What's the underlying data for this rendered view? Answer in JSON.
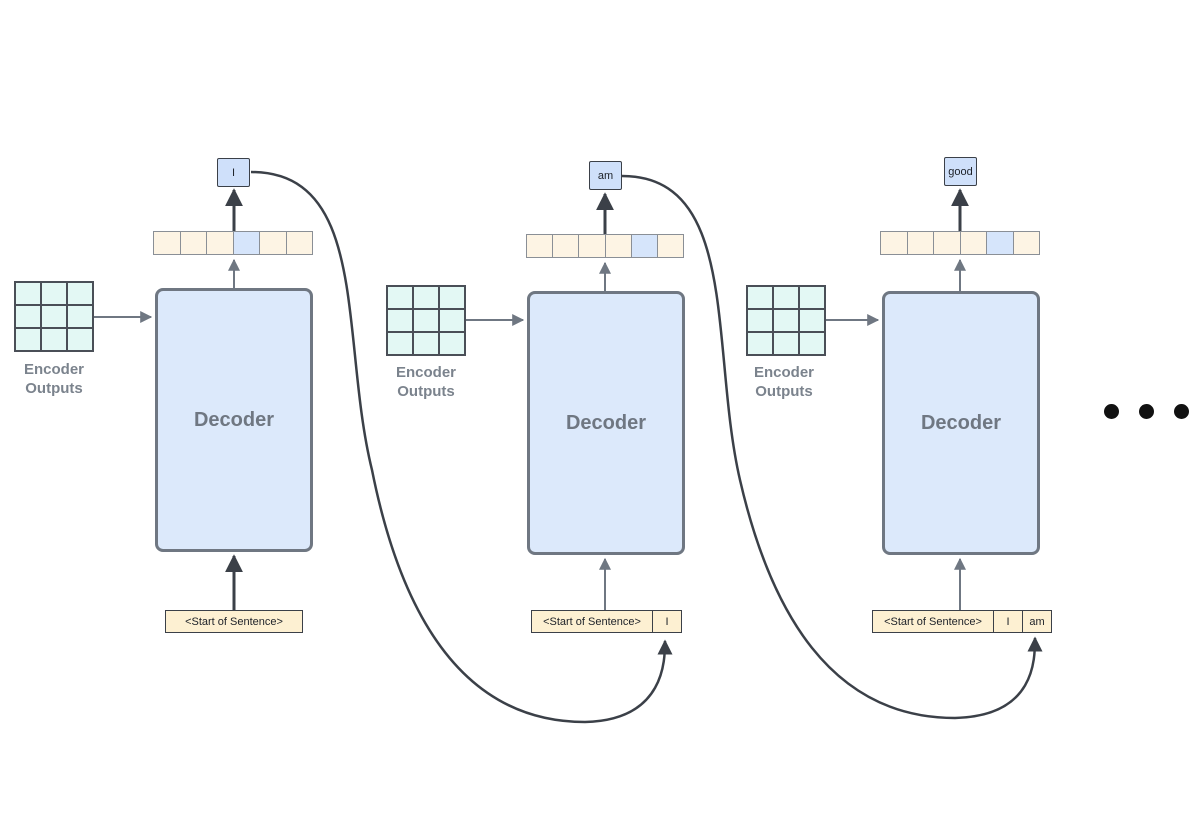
{
  "panels": [
    {
      "decoder_label": "Decoder",
      "encoder_label_line1": "Encoder",
      "encoder_label_line2": "Outputs",
      "output_token": "I",
      "input_tokens": [
        "<Start of Sentence>"
      ]
    },
    {
      "decoder_label": "Decoder",
      "encoder_label_line1": "Encoder",
      "encoder_label_line2": "Outputs",
      "output_token": "am",
      "input_tokens": [
        "<Start of Sentence>",
        "I"
      ]
    },
    {
      "decoder_label": "Decoder",
      "encoder_label_line1": "Encoder",
      "encoder_label_line2": "Outputs",
      "output_token": "good",
      "input_tokens": [
        "<Start of Sentence>",
        "I",
        "am"
      ]
    }
  ],
  "colors": {
    "decoder_fill": "#dce9fb",
    "decoder_border": "#6f7782",
    "encoder_fill": "#e3f8f4",
    "prob_cell": "#fdf4e4",
    "prob_highlight": "#d6e5fb",
    "token_fill": "#fdf0d2",
    "output_fill": "#cfe0fa",
    "arrow": "#3b4048"
  },
  "ellipsis_icon": "three-dots"
}
